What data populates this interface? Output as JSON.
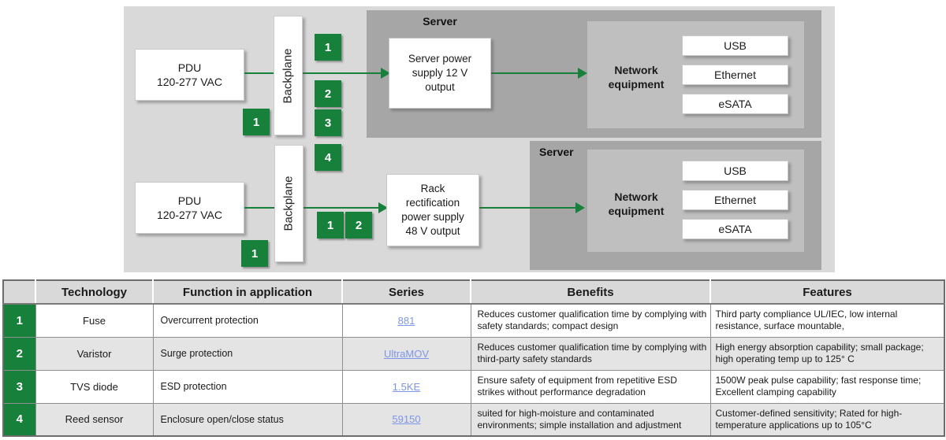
{
  "colors": {
    "accent_green": "#17813c",
    "link_blue": "#7d96e8",
    "panel_light_gray": "#d9d9d9",
    "panel_server_gray": "#a6a6a6",
    "panel_network_gray": "#bfbfbf"
  },
  "diagram": {
    "row1": {
      "pdu": "PDU\n120-277 VAC",
      "backplane": "Backplane",
      "server_label": "Server",
      "psu": "Server power\nsupply 12 V\noutput",
      "network_label": "Network\nequipment",
      "ports": [
        "USB",
        "Ethernet",
        "eSATA"
      ],
      "badge_column": [
        "1",
        "2",
        "3",
        "4"
      ],
      "badge_under_pdu": "1"
    },
    "row2": {
      "pdu": "PDU\n120-277 VAC",
      "backplane": "Backplane",
      "server_label": "Server",
      "psu": "Rack\nrectification\npower supply\n48 V output",
      "network_label": "Network\nequipment",
      "ports": [
        "USB",
        "Ethernet",
        "eSATA"
      ],
      "badge_pair": [
        "1",
        "2"
      ],
      "badge_under_pdu": "1"
    }
  },
  "table": {
    "columns": [
      "",
      "Technology",
      "Function in application",
      "Series",
      "Benefits",
      "Features"
    ],
    "rows": [
      {
        "num": "1",
        "technology": "Fuse",
        "function": "Overcurrent protection",
        "series": "881",
        "benefits": "Reduces customer qualification time by complying with safety standards; compact design",
        "features": "Third party compliance UL/IEC, low internal resistance, surface mountable,"
      },
      {
        "num": "2",
        "technology": "Varistor",
        "function": "Surge protection",
        "series": "UltraMOV",
        "benefits": "Reduces customer qualification time by complying with third-party safety standards",
        "features": "High energy absorption capability; small package; high operating temp up to 125° C"
      },
      {
        "num": "3",
        "technology": "TVS diode",
        "function": "ESD protection",
        "series": "1.5KE",
        "benefits": "Ensure safety of equipment from repetitive ESD strikes without performance degradation",
        "features": "1500W peak pulse capability; fast response time; Excellent clamping capability"
      },
      {
        "num": "4",
        "technology": "Reed sensor",
        "function": "Enclosure open/close status",
        "series": "59150",
        "benefits": "suited for high-moisture and contaminated environments; simple installation and adjustment",
        "features": "Customer-defined sensitivity; Rated for high-temperature applications up to 105°C"
      }
    ]
  }
}
